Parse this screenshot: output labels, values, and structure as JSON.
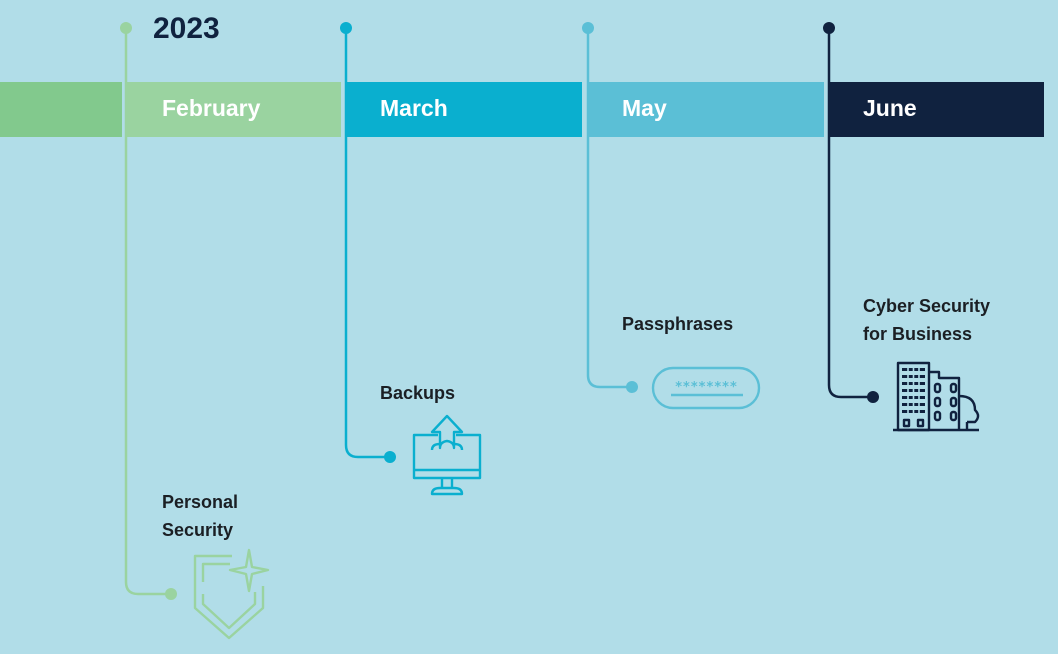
{
  "year": "2023",
  "colors": {
    "background": "#b1dde8",
    "lead": "#82c98d",
    "february": "#9ad3a0",
    "march": "#0aafcf",
    "may": "#5bbfd6",
    "june": "#10223f"
  },
  "months": [
    {
      "label": "February",
      "color": "#9ad3a0"
    },
    {
      "label": "March",
      "color": "#0aafcf"
    },
    {
      "label": "May",
      "color": "#5bbfd6"
    },
    {
      "label": "June",
      "color": "#10223f"
    }
  ],
  "topics": [
    {
      "line1": "Personal",
      "line2": "Security",
      "icon": "shield-sparkle-icon"
    },
    {
      "line1": "Backups",
      "icon": "monitor-upload-icon"
    },
    {
      "line1": "Passphrases",
      "icon": "password-field-icon",
      "field_text": "********"
    },
    {
      "line1": "Cyber Security",
      "line2": "for Business",
      "icon": "office-buildings-icon"
    }
  ]
}
